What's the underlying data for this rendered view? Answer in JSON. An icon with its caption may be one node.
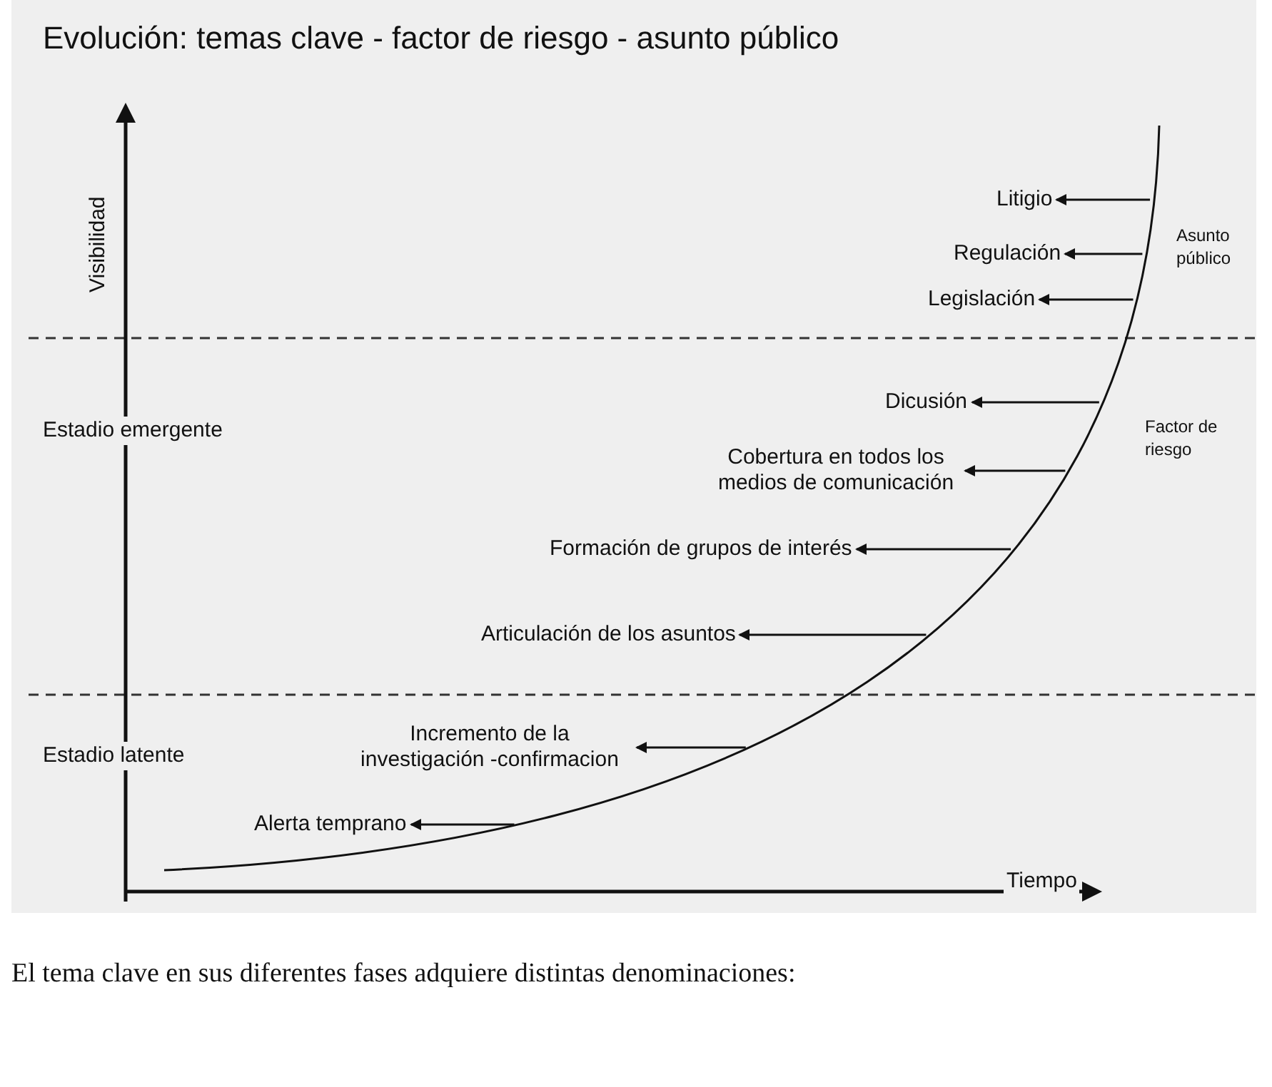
{
  "diagram": {
    "title": "Evolución: temas clave - factor de riesgo - asunto público",
    "caption": "El tema clave en sus diferentes fases adquiere distintas denominaciones:",
    "nodes": [
      {
        "text": [
          "Litigio"
        ]
      },
      {
        "text": [
          "Regulación"
        ]
      },
      {
        "text": [
          "Legislación"
        ]
      },
      {
        "text": [
          "Dicusión"
        ]
      },
      {
        "text": [
          "Cobertura en todos los medios de comunicación"
        ]
      },
      {
        "text": [
          "Formación de grupos de interés"
        ]
      },
      {
        "text": [
          "Articulación de los asuntos"
        ]
      },
      {
        "text": [
          "Incremento de la investigación -confirmacion"
        ]
      },
      {
        "text": [
          "Alerta temprano"
        ]
      }
    ],
    "edges": [
      {
        "from": null,
        "to": 0,
        "arrow": "to"
      },
      {
        "from": null,
        "to": 1,
        "arrow": "to"
      },
      {
        "from": null,
        "to": 2,
        "arrow": "to"
      },
      {
        "from": null,
        "to": 3,
        "arrow": "to"
      },
      {
        "from": null,
        "to": 4,
        "arrow": "to"
      },
      {
        "from": null,
        "to": 5,
        "arrow": "to"
      },
      {
        "from": null,
        "to": 6,
        "arrow": "to"
      },
      {
        "from": null,
        "to": 7,
        "arrow": "to"
      },
      {
        "from": null,
        "to": 8,
        "arrow": "to"
      }
    ],
    "labels": [
      "Visibilidad",
      "Asunto público",
      "Estadio emergente",
      "Factor de riesgo",
      "Estadio latente",
      "Tiempo"
    ]
  }
}
